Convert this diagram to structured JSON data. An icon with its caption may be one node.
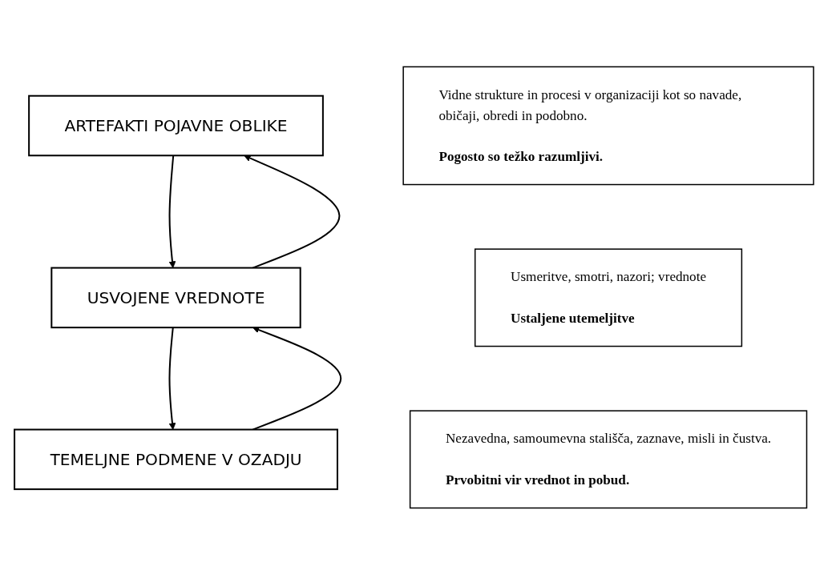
{
  "diagram": {
    "nodes": [
      {
        "text": [
          "ARTEFAKTI POJAVNE OBLIKE"
        ]
      },
      {
        "text": [
          "Vidne strukture in procesi v organizaciji kot so navade, običaji, obredi in podobno.",
          "Pogosto so težko razumljivi."
        ]
      },
      {
        "text": [
          "USVOJENE VREDNOTE"
        ]
      },
      {
        "text": [
          "Usmeritve, smotri, nazori; vrednote",
          "Ustaljene utemeljitve"
        ]
      },
      {
        "text": [
          "TEMELJNE PODMENE V OZADJU"
        ]
      },
      {
        "text": [
          "Nezavedna, samoumevna stališča, zaznave, misli in čustva.",
          "Prvobitni vir vrednot in pobud."
        ]
      }
    ],
    "edges": [
      {
        "from": 0,
        "to": 2,
        "arrow": "to"
      },
      {
        "from": 2,
        "to": 0,
        "arrow": "to"
      },
      {
        "from": 2,
        "to": 4,
        "arrow": "to"
      },
      {
        "from": 4,
        "to": 2,
        "arrow": "to"
      }
    ]
  }
}
